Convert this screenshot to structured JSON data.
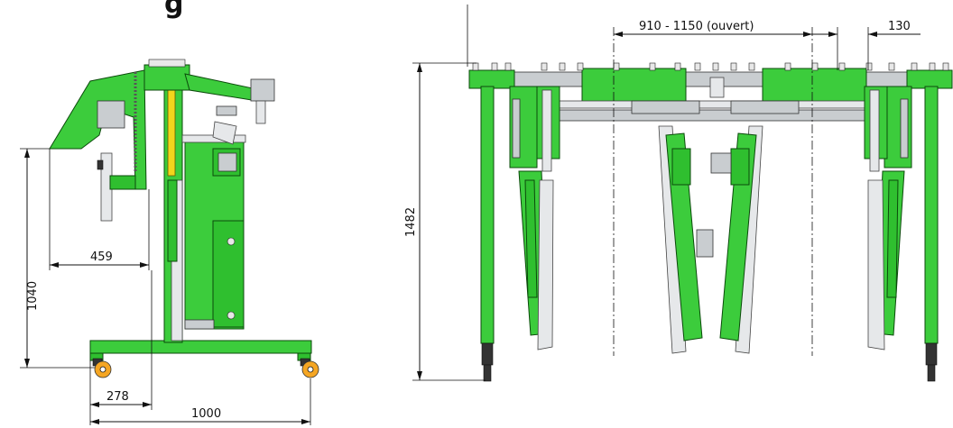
{
  "title": {
    "text": "g"
  },
  "side_view": {
    "dimensions": {
      "height": "1040",
      "reach": "459",
      "wheel_offset": "278",
      "base_length": "1000"
    }
  },
  "front_view": {
    "dimensions": {
      "height": "1482",
      "opening": "910 - 1150 (ouvert)",
      "side_gap": "130"
    }
  },
  "colors": {
    "frame_green": "#3ccc3c",
    "outline": "#0b4a0b",
    "wheel_orange": "#f5a623",
    "cylinder_yellow": "#f2d51c",
    "steel_grey": "#c9cdd0"
  }
}
